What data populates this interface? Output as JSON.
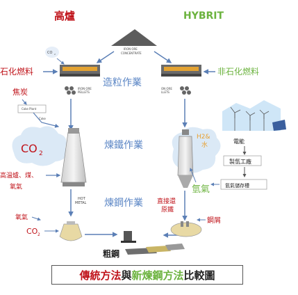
{
  "headers": {
    "left": "高爐",
    "right": "HYBRIT"
  },
  "stages": {
    "pelletizing": "造粒作業",
    "ironmaking": "煉鐵作業",
    "steelmaking": "煉鋼作業"
  },
  "left": {
    "fossil_fuel": "石化燃料",
    "coke": "焦炭",
    "coke_plant": "Coke Plant",
    "coke_small": "Coke",
    "co2_top": "CO",
    "co2_top_sub": "2",
    "hot_air": "高溫爐、煤、",
    "oxygen_left": "氧氣",
    "hot_metal_1": "HOT",
    "hot_metal_2": "METAL",
    "oxygen_bottom": "氧氣",
    "co2_bottom": "CO",
    "co2_bottom_sub": "2",
    "co2_small": "CO",
    "co2_small_sub": "2"
  },
  "center": {
    "concentrate_1": "IRON ORE",
    "concentrate_2": "CONCENTRATE",
    "pellets_left_1": "IRON ORE",
    "pellets_left_2": "PELLETS",
    "pellets_right_1": "ON ORE",
    "pellets_right_2": "LLETS",
    "crude_steel": "粗鋼"
  },
  "right": {
    "non_fossil": "非石化燃料",
    "h2_water_1": "H2&",
    "h2_water_2": "水",
    "electricity": "電能",
    "hydrogen_plant": "製氫工廠",
    "hydrogen_storage": "氫氣儲存槽",
    "hydrogen": "氫氣",
    "direct_reduction_1": "直接還",
    "direct_reduction_2": "原鐵",
    "scrap": "鋼屑"
  },
  "caption": {
    "part1": "傳統方法",
    "part2": "與",
    "part3": "新煉鋼方法",
    "part4": "比較圖"
  },
  "colors": {
    "red": "#c0141b",
    "green": "#6cb33f",
    "blue": "#5b86c5",
    "cloud": "#dbe9f6"
  }
}
